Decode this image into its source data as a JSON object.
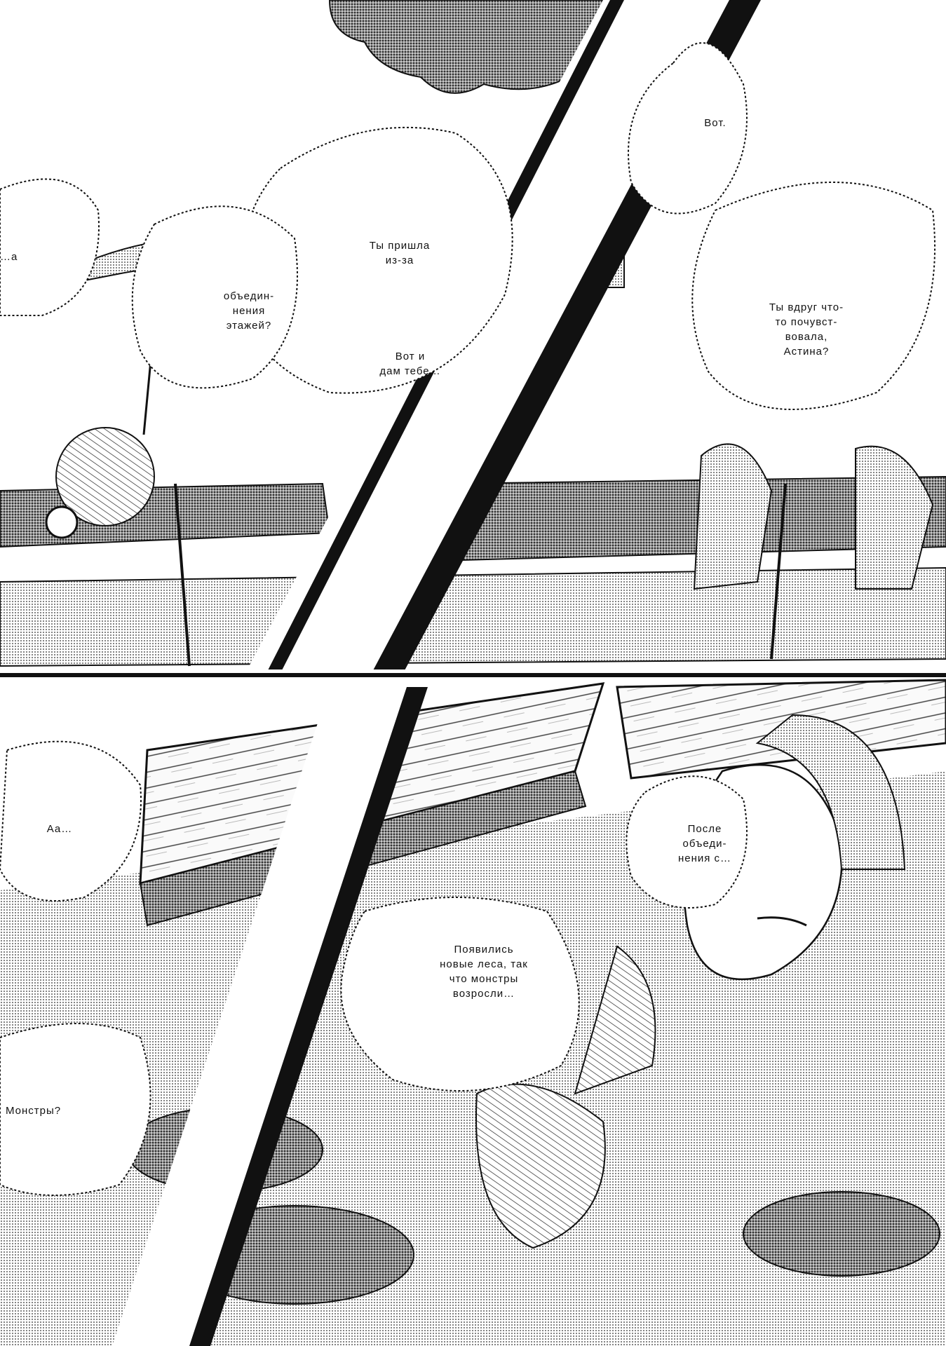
{
  "colors": {
    "ink": "#111111",
    "paper": "#ffffff",
    "screen": "#b9b9b9",
    "dark_screen": "#555555"
  },
  "balloons": {
    "b1": "Вот.",
    "b2": "Ты пришла\nиз-за",
    "b3": "объедин-\nнения\nэтажей?",
    "b4": "Вот и\nдам тебе…",
    "b5": "Ты вдруг что-\nто почувст-\nвовала,\nAстина?",
    "b6": "…а",
    "b7": "Аа…",
    "b8": "После\nобъеди-\nнения с…",
    "b9": "Появились\nновые леса, так\nчто монстры\nвозросли…",
    "b10": "Монстры?"
  }
}
